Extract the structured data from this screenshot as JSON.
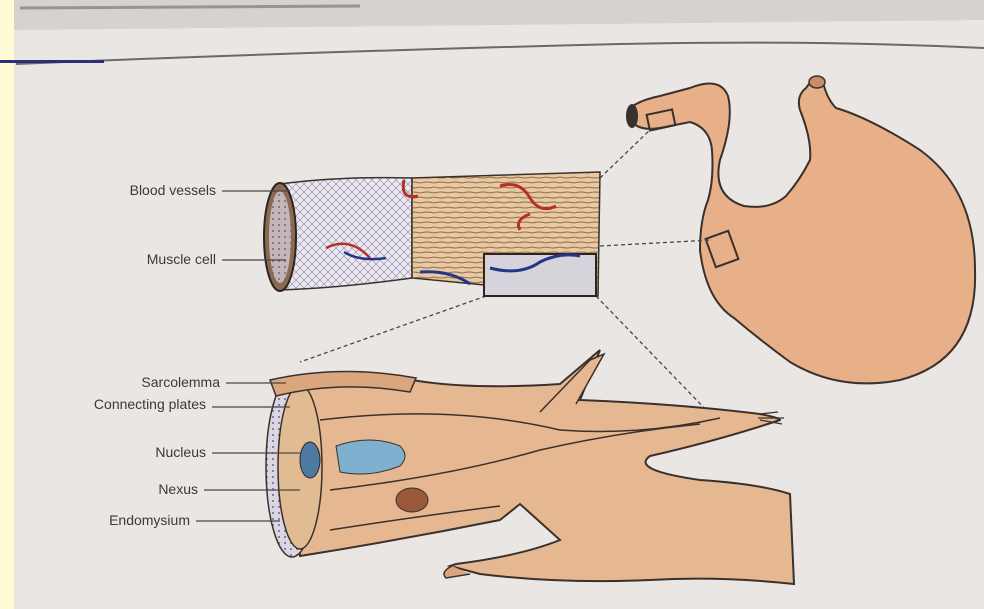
{
  "labels": {
    "blood_vessels": "Blood vessels",
    "muscle_cell": "Muscle cell",
    "sarcolemma": "Sarcolemma",
    "connecting_plates": "Connecting plates",
    "nucleus": "Nucleus",
    "nexus": "Nexus",
    "endomysium": "Endomysium"
  },
  "colors": {
    "slide_background": "#fefcd4",
    "photo_background": "#ece9e7",
    "stomach_fill": "#e8b089",
    "muscle_fill": "#e6b892",
    "outline": "#3a302c",
    "artery": "#b5302a",
    "vein": "#24368a",
    "nucleus": "#7fb0d0",
    "nexus": "#9a5a3a",
    "slide_accent_line": "#2b2f7a"
  }
}
